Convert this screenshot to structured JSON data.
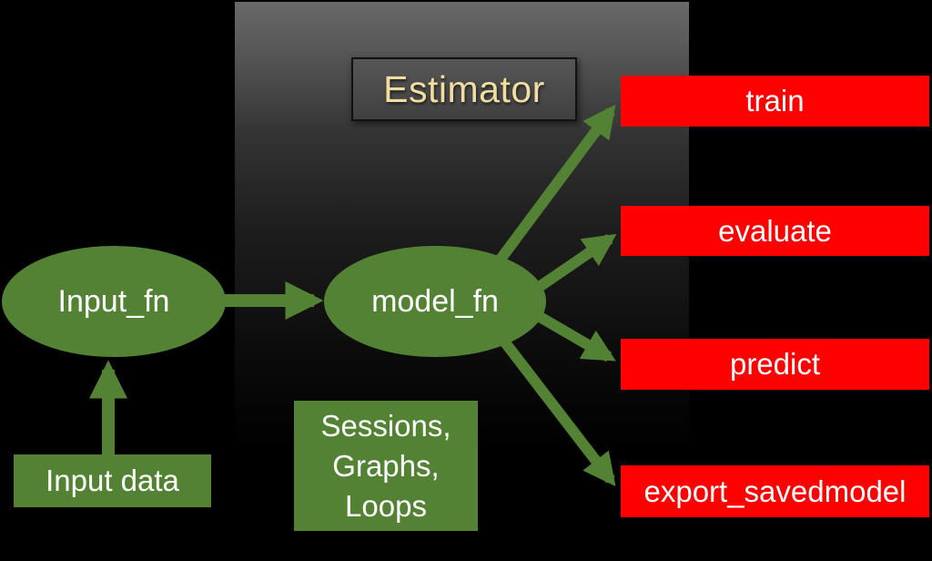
{
  "diagram": {
    "title": "Estimator",
    "colors": {
      "green": "#548235",
      "red": "#fe0000",
      "estimator_text": "#f0dda0",
      "panel_top_gray": "#696969",
      "background": "#000000",
      "text_white": "#ffffff"
    },
    "nodes": {
      "input_fn": {
        "label": "Input_fn"
      },
      "model_fn": {
        "label": "model_fn"
      },
      "input_data": {
        "label": "Input data"
      },
      "sessions": {
        "lines": [
          "Sessions,",
          "Graphs,",
          "Loops"
        ]
      }
    },
    "outputs": [
      {
        "label": "train"
      },
      {
        "label": "evaluate"
      },
      {
        "label": "predict"
      },
      {
        "label": "export_savedmodel"
      }
    ]
  }
}
